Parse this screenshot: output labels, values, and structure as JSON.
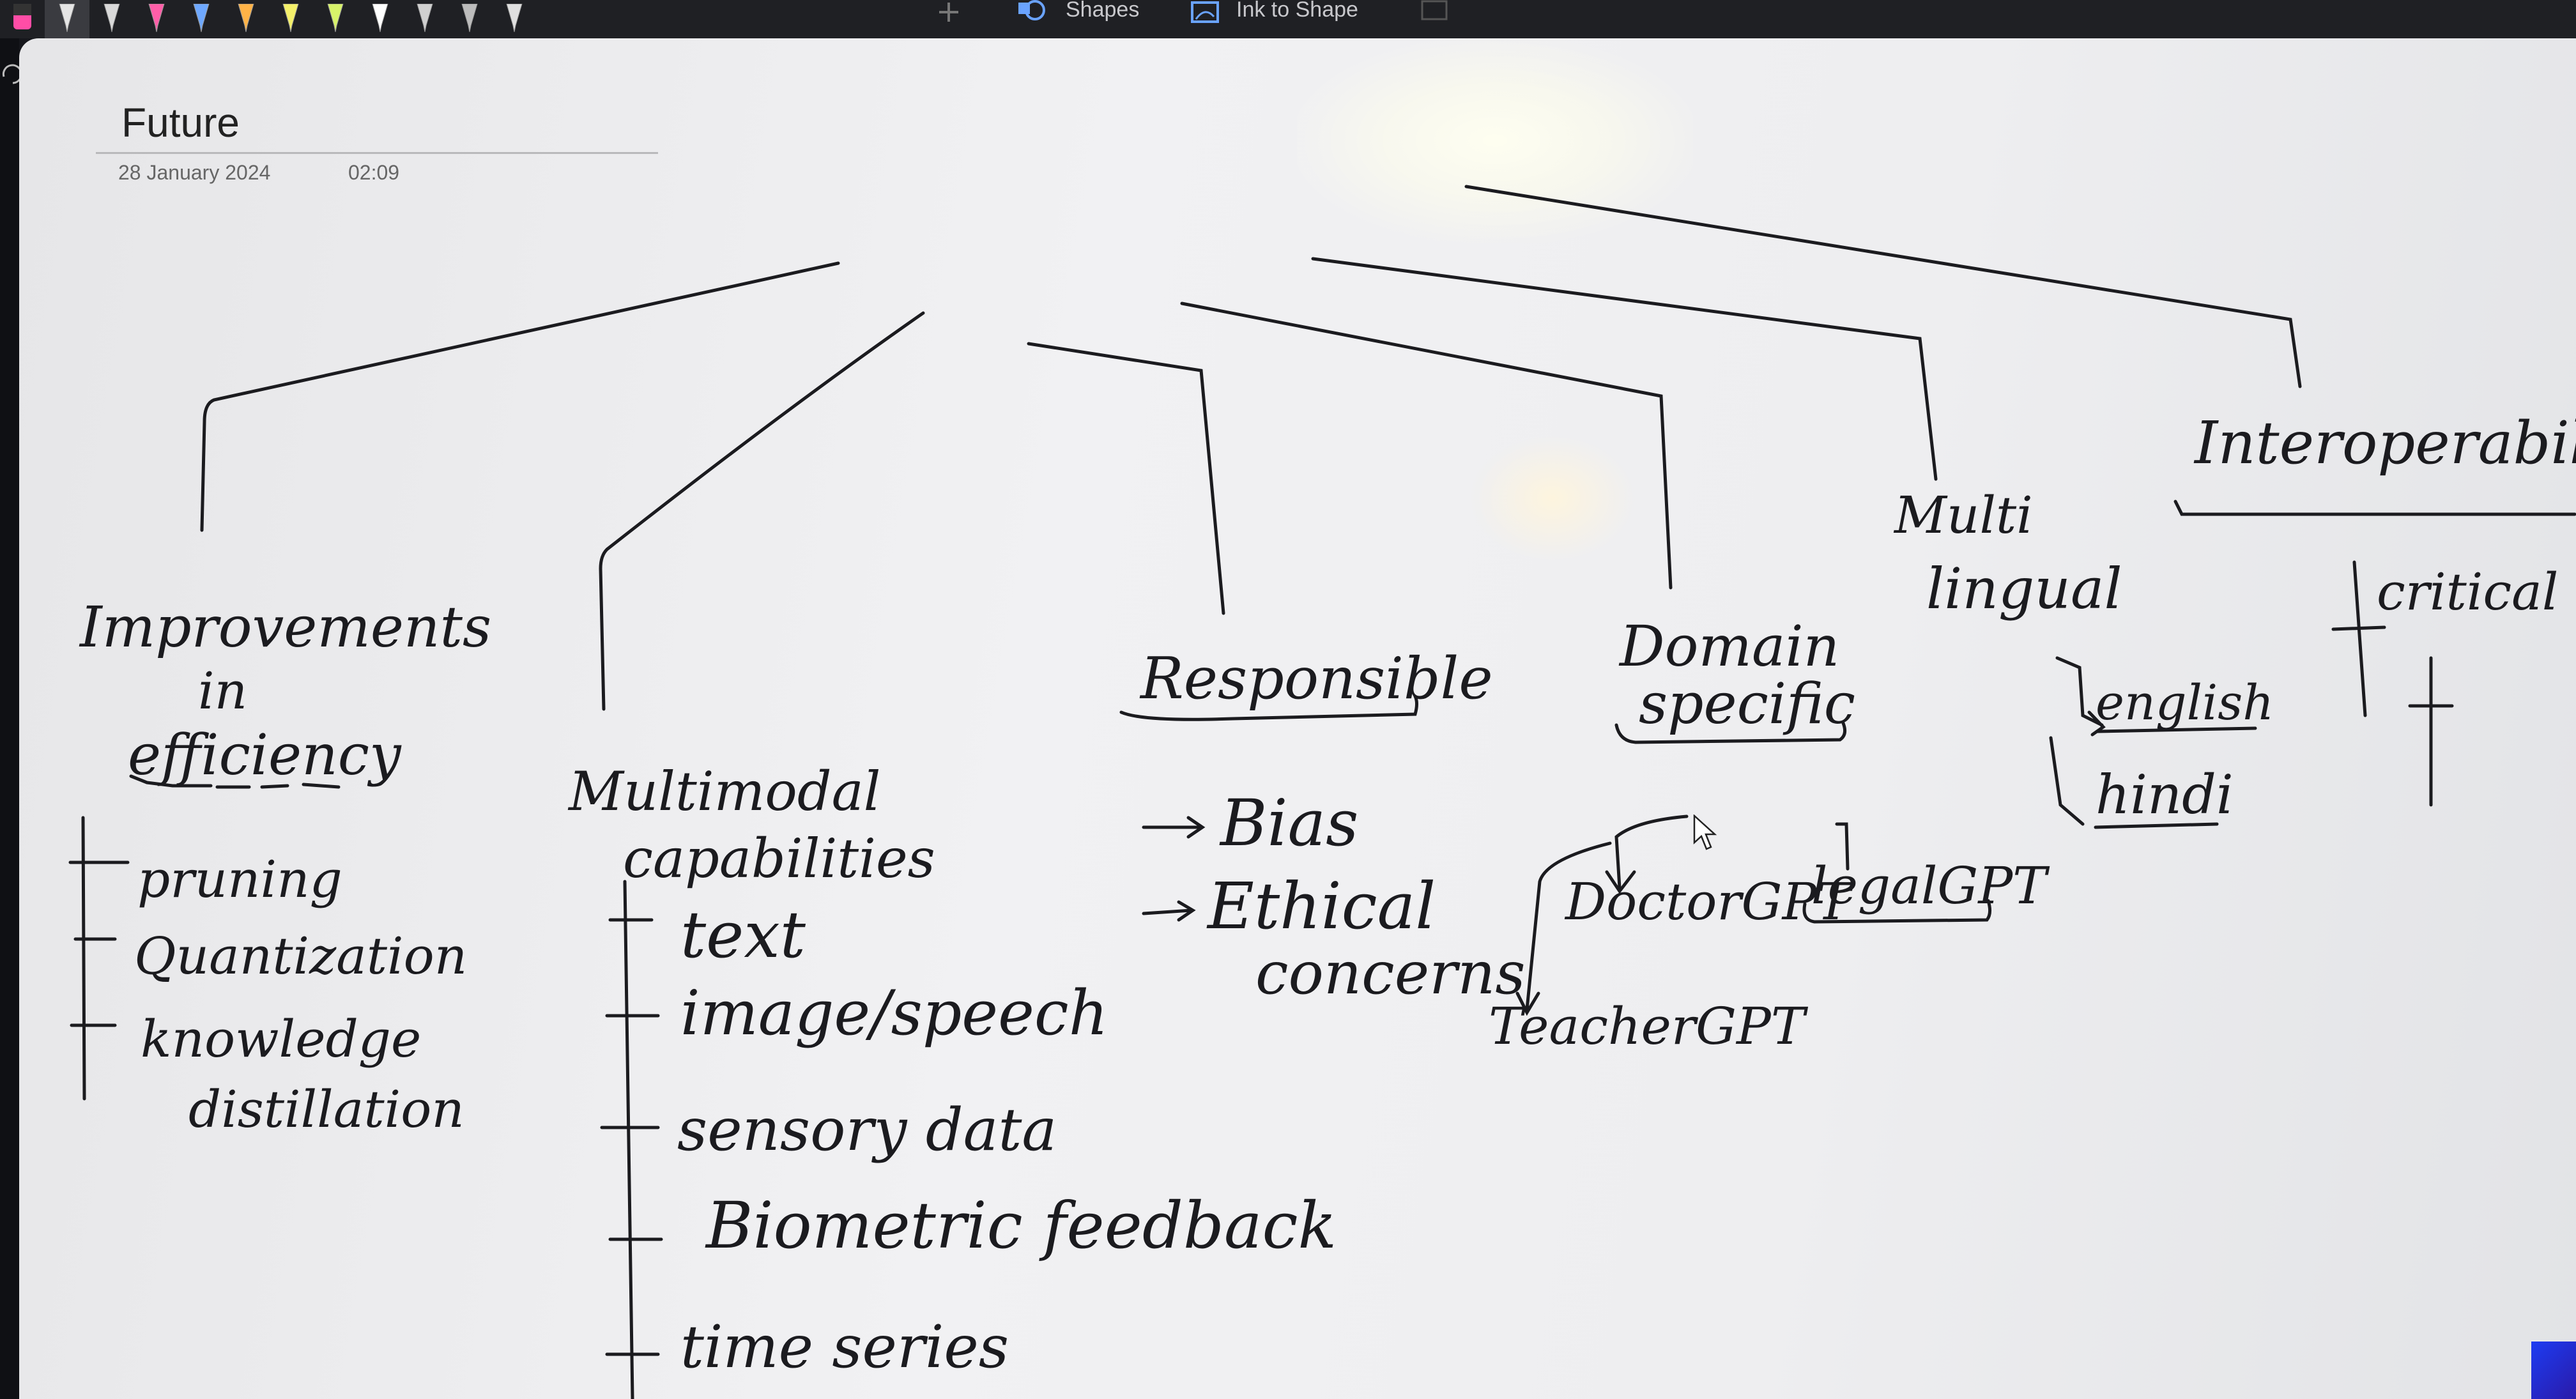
{
  "toolbar": {
    "pens": [
      {
        "icon": "pen-tool-icon",
        "color": "#e5e5e5"
      },
      {
        "icon": "pen-tool-icon",
        "color": "#d9d9d9"
      },
      {
        "icon": "pen-tool-icon",
        "color": "#ff5ea8"
      },
      {
        "icon": "pen-tool-icon",
        "color": "#6ea8ff"
      },
      {
        "icon": "pen-tool-icon",
        "color": "#ffb347"
      },
      {
        "icon": "pen-tool-icon",
        "color": "#f4f06a"
      },
      {
        "icon": "pen-tool-icon",
        "color": "#d7f26a"
      },
      {
        "icon": "pen-tool-icon",
        "color": "#ffffff"
      },
      {
        "icon": "pen-tool-icon",
        "color": "#d0d0d0"
      },
      {
        "icon": "pen-tool-icon",
        "color": "#bcbcbc"
      },
      {
        "icon": "pen-tool-icon",
        "color": "#e0e0e0"
      }
    ],
    "shapes_label": "Shapes",
    "ink_to_shape_label": "Ink to Shape"
  },
  "page": {
    "title": "Future",
    "date": "28 January 2024",
    "time": "02:09"
  },
  "ink_notes": {
    "improvements": [
      "Improvements",
      "in",
      "efficiency"
    ],
    "efficiency_items": [
      "pruning",
      "Quantization",
      "knowledge",
      "distillation"
    ],
    "multimodal": [
      "Multimodal",
      "capabilities"
    ],
    "multimodal_items": [
      "text",
      "image/speech",
      "sensory data",
      "Biometric feedback",
      "time series"
    ],
    "responsible": "Responsible",
    "responsible_items": [
      "Bias",
      "Ethical",
      "concerns"
    ],
    "domain": [
      "Domain",
      "specific"
    ],
    "domain_items": [
      "DoctorGPT",
      "legalGPT",
      "TeacherGPT"
    ],
    "multilingual": [
      "Multi",
      "lingual"
    ],
    "multilingual_items": [
      "english",
      "hindi"
    ],
    "interoperability": "Interoperability",
    "interop_items": [
      "critical"
    ]
  },
  "colors": {
    "ink": "#1b1b1f",
    "toolbar": "#1f2024",
    "page": "#eeeef0"
  }
}
